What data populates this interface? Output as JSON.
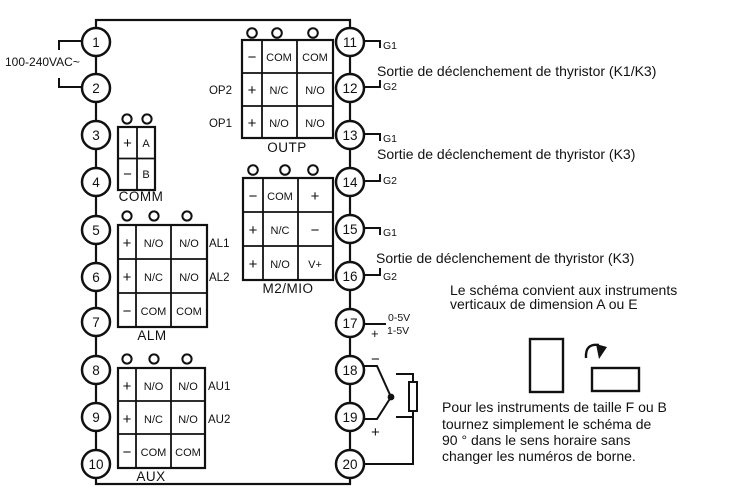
{
  "power": {
    "label": "100-240VAC~"
  },
  "terminals": {
    "left": [
      "1",
      "2",
      "3",
      "4",
      "5",
      "6",
      "7",
      "8",
      "9",
      "10"
    ],
    "right": [
      "11",
      "12",
      "13",
      "14",
      "15",
      "16",
      "17",
      "18",
      "19",
      "20"
    ]
  },
  "blocks": {
    "comm": {
      "label": "COMM",
      "rows": [
        [
          "+",
          "A"
        ],
        [
          "−",
          "B"
        ]
      ]
    },
    "outp": {
      "label": "OUTP",
      "row_labels": [
        "OP2",
        "OP1"
      ],
      "rows": [
        [
          "−",
          "COM",
          "COM"
        ],
        [
          "+",
          "N/C",
          "N/O"
        ],
        [
          "+",
          "N/O",
          "N/O"
        ]
      ]
    },
    "m2mio": {
      "label": "M2/MIO",
      "rows": [
        [
          "−",
          "COM",
          "+"
        ],
        [
          "+",
          "N/C",
          "−"
        ],
        [
          "+",
          "N/O",
          "V+"
        ]
      ]
    },
    "alm": {
      "label": "ALM",
      "row_labels": [
        "AL1",
        "AL2"
      ],
      "rows": [
        [
          "+",
          "N/O",
          "N/O"
        ],
        [
          "+",
          "N/C",
          "N/O"
        ],
        [
          "−",
          "COM",
          "COM"
        ]
      ]
    },
    "aux": {
      "label": "AUX",
      "row_labels": [
        "AU1",
        "AU2"
      ],
      "rows": [
        [
          "+",
          "N/O",
          "N/O"
        ],
        [
          "+",
          "N/C",
          "N/O"
        ],
        [
          "−",
          "COM",
          "COM"
        ]
      ]
    }
  },
  "gate_outputs": [
    {
      "top": "G1",
      "bottom": "G2",
      "text": "Sortie de déclenchement de thyristor (K1/K3)"
    },
    {
      "top": "G1",
      "bottom": "G2",
      "text": "Sortie de déclenchement de thyristor (K3)"
    },
    {
      "top": "G1",
      "bottom": "G2",
      "text": "Sortie de déclenchement de thyristor (K3)"
    }
  ],
  "analog_output": {
    "range_top": "0-5V",
    "range_bottom": "1-5V",
    "polarity": "+"
  },
  "sensor_input": {
    "minus": "−",
    "plus": "+"
  },
  "notes": {
    "vertical": [
      "Le schéma convient aux instruments",
      "verticaux de dimension A ou E"
    ],
    "rotate": [
      "Pour les instruments de taille F ou B",
      "tournez simplement le schéma de",
      "90 ° dans le sens horaire sans",
      "changer les numéros de borne."
    ]
  },
  "colors": {
    "ink": "#111111",
    "background": "#ffffff"
  }
}
